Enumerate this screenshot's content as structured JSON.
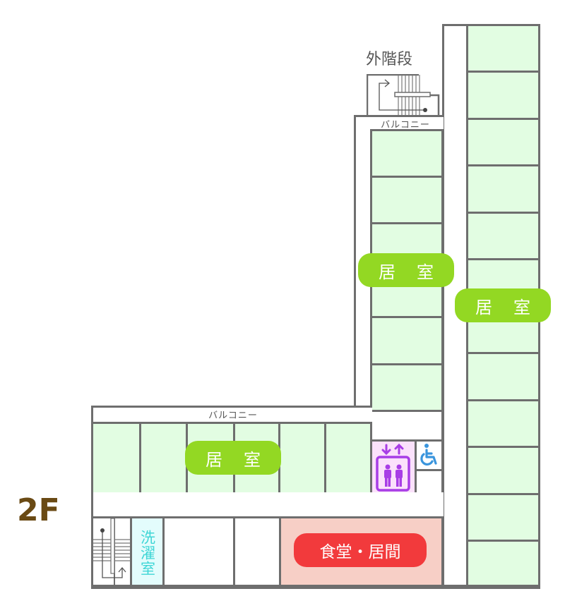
{
  "floor_label": "2F",
  "colors": {
    "wall": "#6e6e6e",
    "room_fill": "#e2fde2",
    "room_label_bg": "#93d823",
    "dining_fill": "#f7cfc6",
    "dining_label_bg": "#f23a3c",
    "laundry_fill": "#e3fcfc",
    "laundry_text": "#3fd6d6",
    "elevator_fill": "#fbe1fb",
    "elevator_icon": "#a83de6",
    "wheelchair_icon": "#3a95dd",
    "floor_label": "#6a4a14"
  },
  "labels": {
    "external_stairs": "外階段",
    "balcony_top": "バルコニー",
    "balcony_left": "バルコニー",
    "room_middle_a": "居",
    "room_middle_b": "室",
    "room_right_a": "居",
    "room_right_b": "室",
    "room_left_a": "居",
    "room_left_b": "室",
    "laundry": "洗濯室",
    "dining": "食堂・居間"
  },
  "icons": {
    "elevator": "elevator-icon",
    "wheelchair": "wheelchair-accessible-icon",
    "stairs": "stairs-icon"
  },
  "rooms": {
    "right_column_count": 12,
    "middle_column_count": 6,
    "left_wing_count": 6
  }
}
